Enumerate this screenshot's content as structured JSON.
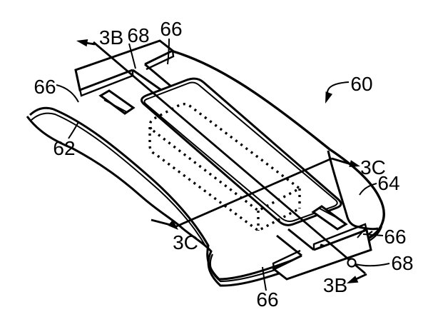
{
  "figure": {
    "type": "patent-line-drawing",
    "background_color": "#ffffff",
    "line_color": "#000000",
    "description": "Isometric patent drawing of layered patch device with section lines",
    "refs": {
      "device": "60",
      "base_layer": "62",
      "top_layer": "64",
      "margin_layer": "66",
      "strip": "68",
      "section_b": "3B",
      "section_c": "3C"
    }
  }
}
